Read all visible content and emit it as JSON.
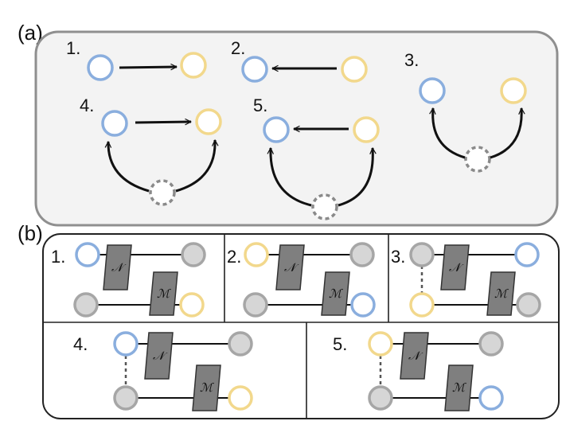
{
  "panel_a": {
    "label": "(a)",
    "cases": [
      {
        "number": "1."
      },
      {
        "number": "2."
      },
      {
        "number": "3."
      },
      {
        "number": "4."
      },
      {
        "number": "5."
      }
    ]
  },
  "panel_b": {
    "label": "(b)",
    "gate_n": "𝒩",
    "gate_m": "ℳ",
    "cases": [
      {
        "number": "1."
      },
      {
        "number": "2."
      },
      {
        "number": "3."
      },
      {
        "number": "4."
      },
      {
        "number": "5."
      }
    ]
  },
  "colors": {
    "blue": "#8aaede",
    "yellow": "#f2d88c",
    "gray_fill": "#d6d6d6",
    "gray_stroke": "#a6a6a6",
    "hidden_stroke": "#8a8a8a",
    "gate_fill": "#7f7f7f",
    "panel_a_bg": "#f3f3f3"
  }
}
